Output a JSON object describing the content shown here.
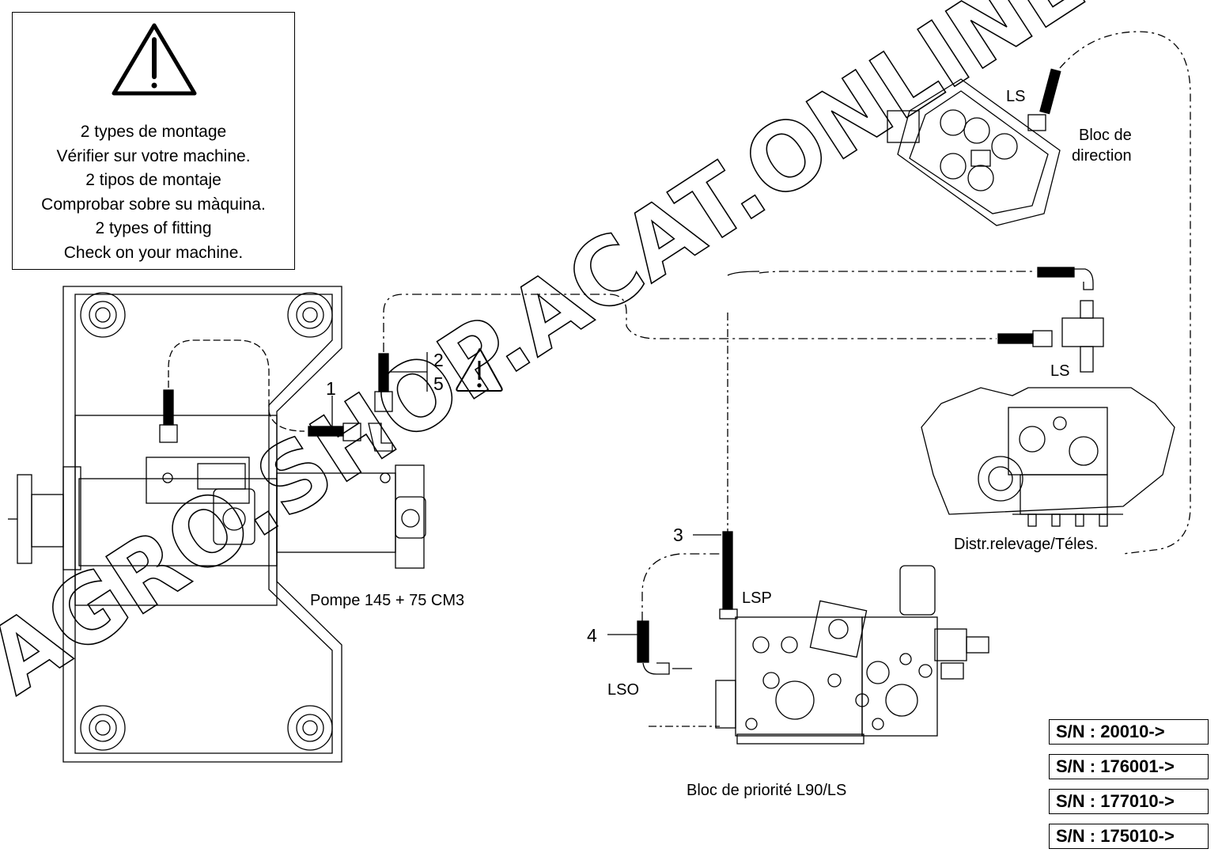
{
  "notice": {
    "lines": [
      "2 types de montage",
      "Vérifier sur votre machine.",
      "2 tipos de montaje",
      "Comprobar sobre su màquina.",
      "2 types of fitting",
      "Check on your machine."
    ]
  },
  "labels": {
    "pump": "Pompe 145 + 75 CM3",
    "priority_block": "Bloc de priorité L90/LS",
    "distributor": "Distr.relevage/Téles.",
    "steering_line1": "Bloc de",
    "steering_line2": "direction",
    "ls_top": "LS",
    "ls_mid": "LS",
    "lsp": "LSP",
    "lso": "LSO"
  },
  "callouts": [
    "1",
    "2",
    "5",
    "3",
    "4"
  ],
  "serials": [
    "S/N : 20010->",
    "S/N : 176001->",
    "S/N : 177010->",
    "S/N : 175010->"
  ],
  "watermark": "AGRO.SHOP.ACAT.ONLINE"
}
